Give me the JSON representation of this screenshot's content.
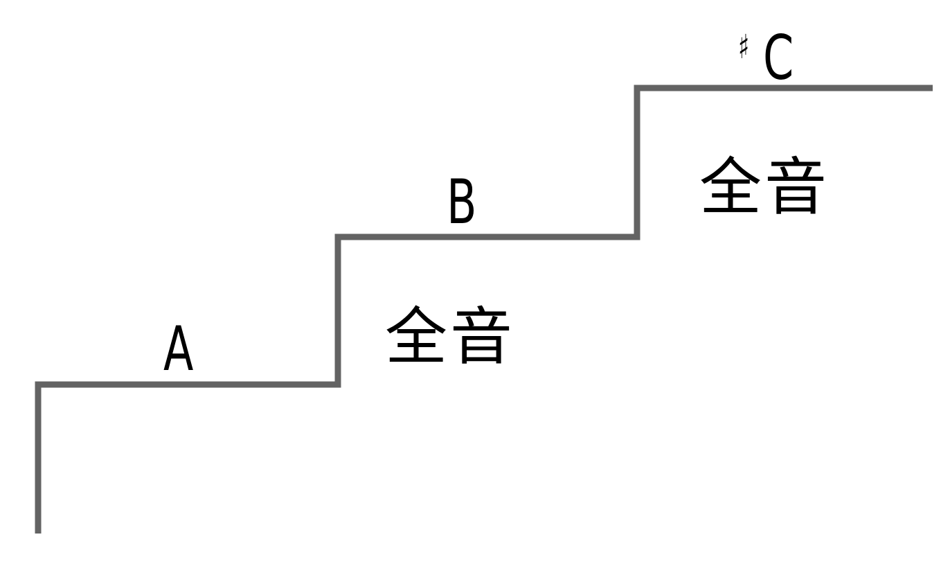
{
  "diagram": {
    "line_color": "#636363",
    "notes": [
      "A",
      "B",
      "C"
    ],
    "sharp_symbol": "♯",
    "steps": [
      "全音",
      "全音"
    ]
  }
}
